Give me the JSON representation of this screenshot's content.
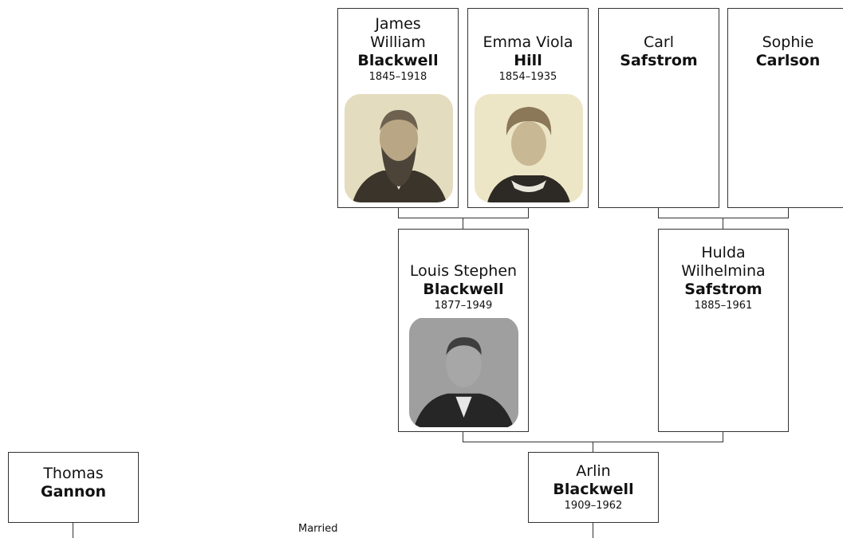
{
  "people": {
    "james": {
      "given": "James\nWilliam",
      "surname": "Blackwell",
      "dates": "1845–1918",
      "photo": "portrait-photo"
    },
    "emma": {
      "given": "Emma Viola",
      "surname": "Hill",
      "dates": "1854–1935",
      "photo": "portrait-photo"
    },
    "carl": {
      "given": "Carl",
      "surname": "Safstrom",
      "dates": ""
    },
    "sophie": {
      "given": "Sophie",
      "surname": "Carlson",
      "dates": ""
    },
    "louis": {
      "given": "Louis Stephen",
      "surname": "Blackwell",
      "dates": "1877–1949",
      "photo": "portrait-photo"
    },
    "hulda": {
      "given": "Hulda\nWilhelmina",
      "surname": "Safstrom",
      "dates": "1885–1961"
    },
    "arlin": {
      "given": "Arlin",
      "surname": "Blackwell",
      "dates": "1909–1962"
    },
    "thomas": {
      "given": "Thomas",
      "surname": "Gannon",
      "dates": ""
    }
  },
  "labels": {
    "married": "Married"
  },
  "colors": {
    "border": "#333333",
    "sepia": "#e8e0c4",
    "bw_photo": "#6b6b6b"
  }
}
